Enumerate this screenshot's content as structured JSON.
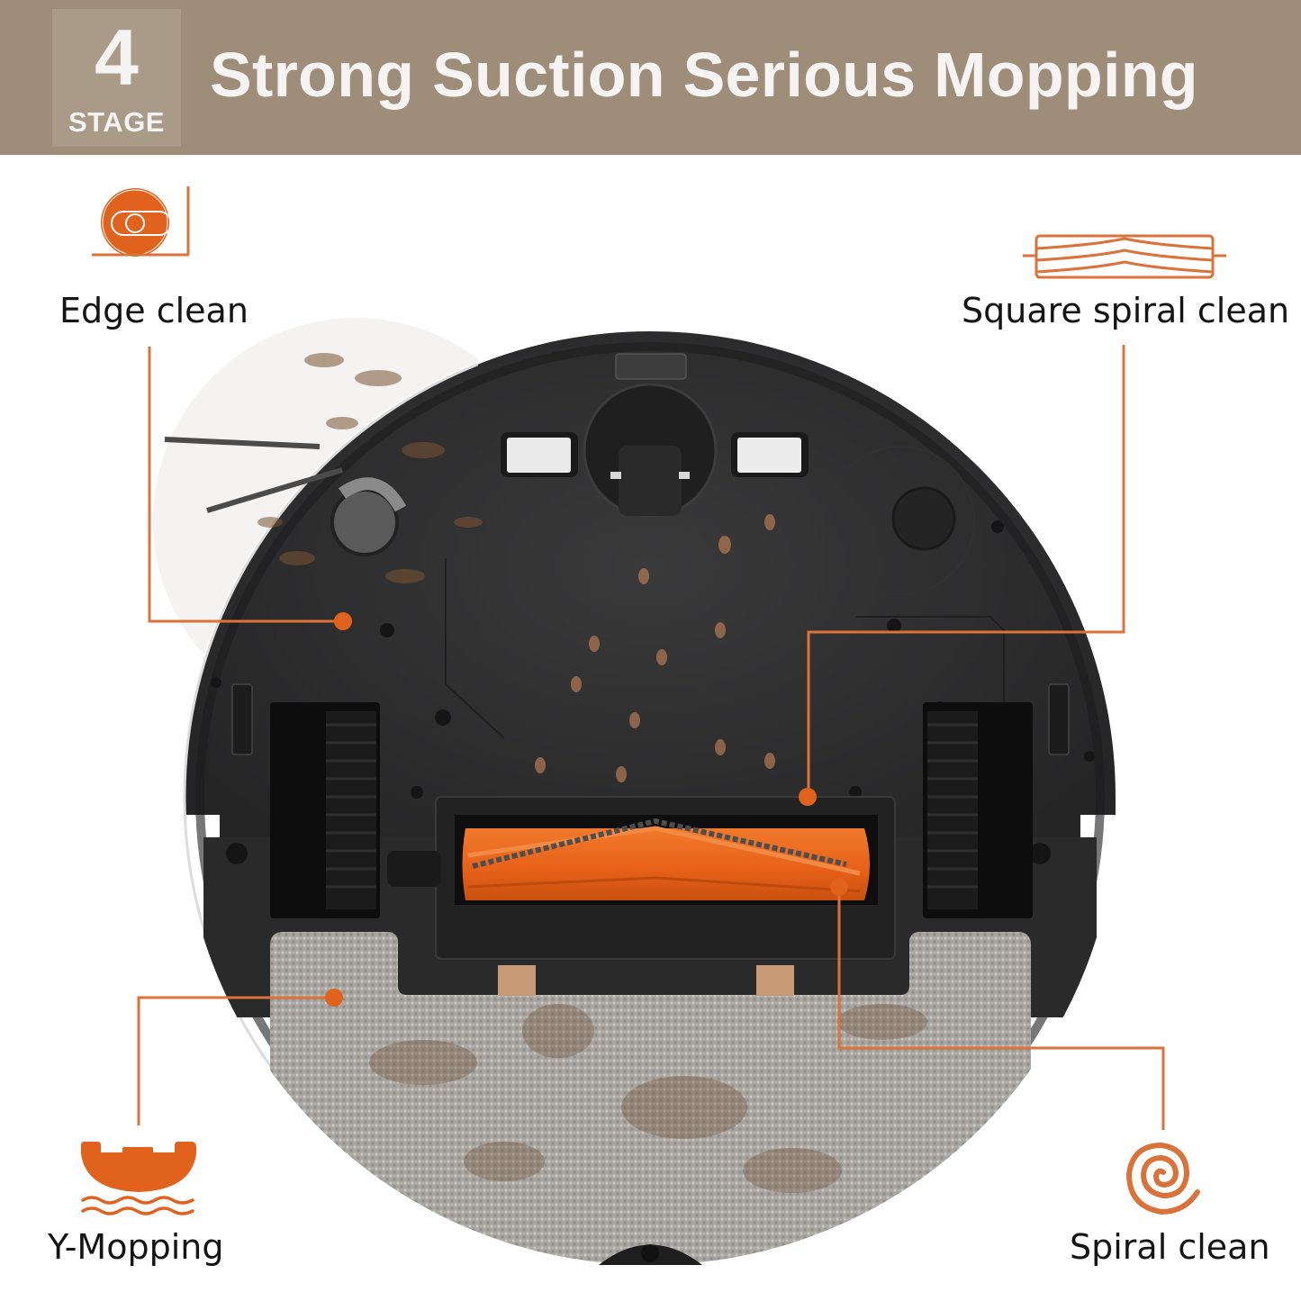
{
  "header": {
    "badge_number": "4",
    "badge_label": "STAGE",
    "title": "Strong Suction Serious Mopping"
  },
  "features": [
    {
      "id": "edge-clean",
      "label": "Edge clean",
      "icon": "edge-clean-icon"
    },
    {
      "id": "square-spiral-clean",
      "label": "Square spiral clean",
      "icon": "square-spiral-icon"
    },
    {
      "id": "y-mopping",
      "label": "Y-Mopping",
      "icon": "y-mopping-icon"
    },
    {
      "id": "spiral-clean",
      "label": "Spiral clean",
      "icon": "spiral-icon"
    }
  ],
  "colors": {
    "header_bg": "#9e8e79",
    "badge_bg": "#a99b88",
    "accent_orange": "#e0621c",
    "connector_line": "#d9733a",
    "robot_body": "#2b2b2c",
    "main_brush": "#e8621a",
    "mop_pad": "#a9a6a2"
  }
}
